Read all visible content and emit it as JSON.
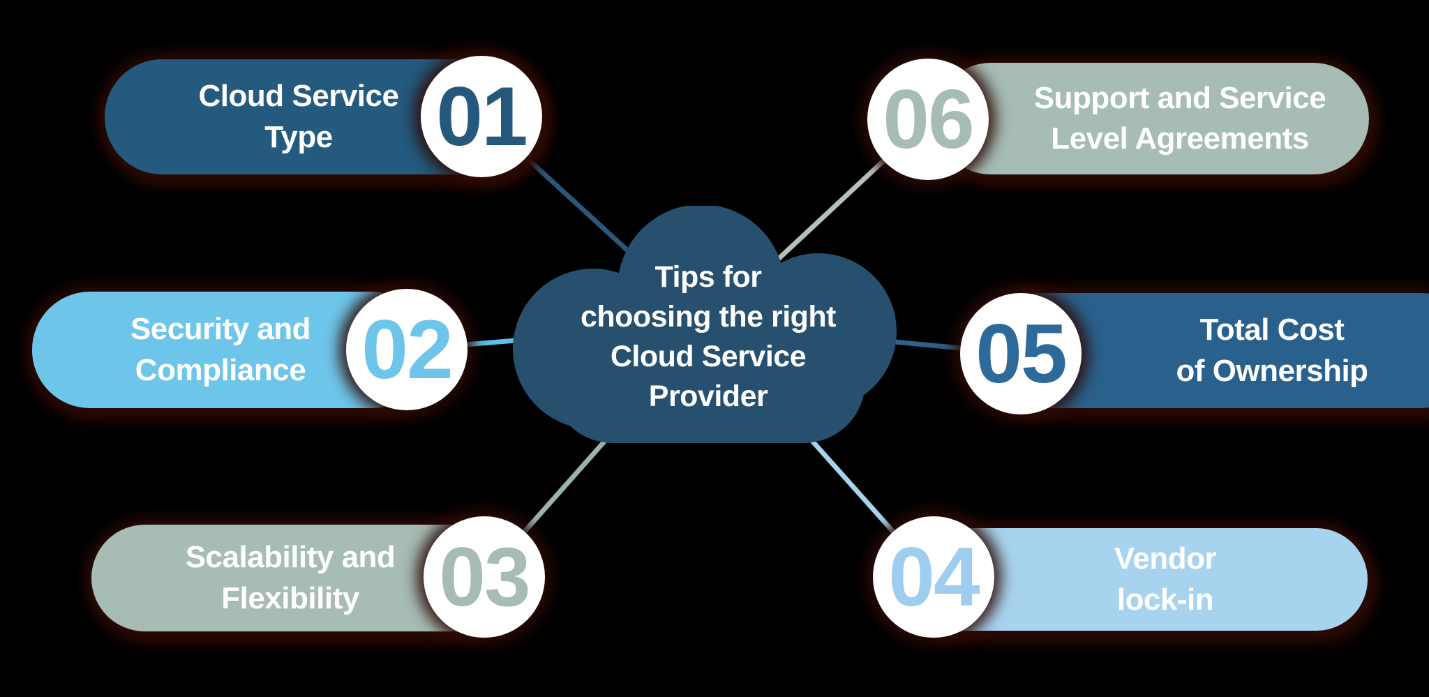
{
  "title": {
    "lines": [
      "Tips for",
      "choosing the right",
      "Cloud Service",
      "Provider"
    ]
  },
  "items": [
    {
      "number": "01",
      "label_line1": "Cloud Service",
      "label_line2": "Type",
      "pill_color": "#245a7e",
      "number_color": "#24587c",
      "line_color": "#2b577b"
    },
    {
      "number": "02",
      "label_line1": "Security and",
      "label_line2": "Compliance",
      "pill_color": "#6ec5ea",
      "number_color": "#6ec5ea",
      "line_color": "#5fc0e8"
    },
    {
      "number": "03",
      "label_line1": "Scalability and",
      "label_line2": "Flexibility",
      "pill_color": "#a6bcb5",
      "number_color": "#a6bcb5",
      "line_color": "#9bb3ac"
    },
    {
      "number": "04",
      "label_line1": "Vendor",
      "label_line2": "lock-in",
      "pill_color": "#a8d3ef",
      "number_color": "#9fcdef",
      "line_color": "#a8d3ef"
    },
    {
      "number": "05",
      "label_line1": "Total Cost",
      "label_line2": "of Ownership",
      "pill_color": "#2a618c",
      "number_color": "#2e6a99",
      "line_color": "#2e6089"
    },
    {
      "number": "06",
      "label_line1": "Support and Service",
      "label_line2": "Level Agreements",
      "pill_color": "#a6bcb5",
      "number_color": "#a6bcb5",
      "line_color": "#b2c2bb"
    }
  ],
  "colors": {
    "background": "#000000",
    "cloud": "#27506f",
    "label_text": "#ffffff",
    "circle_fill": "#ffffff",
    "shadow": "rgba(46,11,6,0.9)"
  }
}
